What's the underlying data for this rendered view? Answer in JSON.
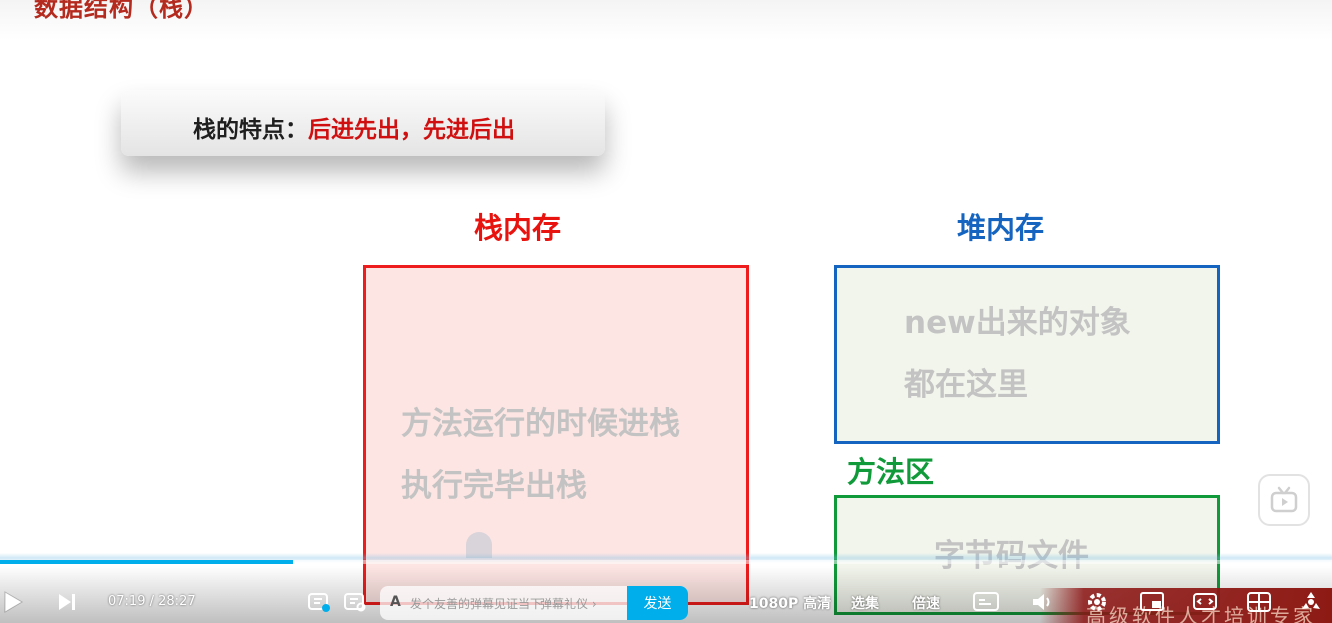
{
  "slide": {
    "title": "数据结构（栈）",
    "feature_label": "栈的特点：",
    "feature_value": "后进先出，先进后出",
    "stack": {
      "title": "栈内存",
      "title_color": "#e8130f",
      "line1": "方法运行的时候进栈",
      "line2": "执行完毕出栈"
    },
    "heap": {
      "title": "堆内存",
      "title_color": "#1565c0",
      "line1": "new出来的对象",
      "line2": "都在这里"
    },
    "method_area": {
      "title": "方法区",
      "title_color": "#109a3a",
      "line1": "字节码文件"
    }
  },
  "player": {
    "progress_fraction": 0.22,
    "current_time": "07:19",
    "separator": "/",
    "total_time": "28:27",
    "danmaku_placeholder": "发个友善的弹幕见证当下",
    "danmaku_etiquette": "弹幕礼仪 ›",
    "send_label": "发送",
    "quality_label": "1080P 高清",
    "episodes_label": "选集",
    "speed_label": "倍速",
    "accent_color": "#00aeec",
    "icons": [
      "play-icon",
      "next-icon",
      "danmaku-toggle-icon",
      "danmaku-settings-icon",
      "subtitle-icon",
      "volume-icon",
      "settings-icon",
      "pip-icon",
      "widescreen-icon",
      "webfullscreen-icon",
      "fullscreen-icon"
    ]
  },
  "watermark": {
    "text": "高级软件人才培训专家"
  }
}
